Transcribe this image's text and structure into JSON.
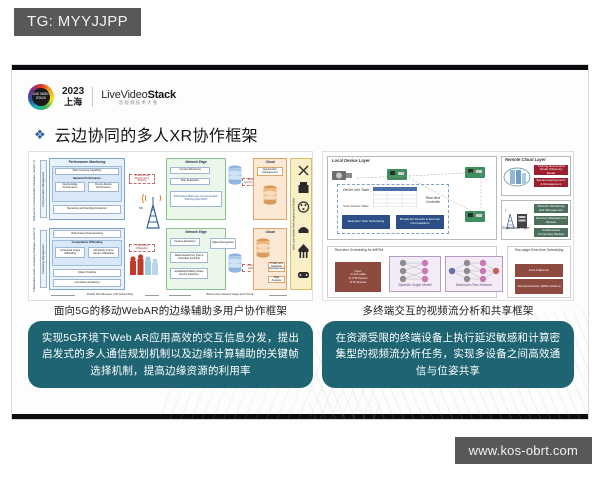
{
  "watermark": {
    "tag_label": "TG: MYYJJPP",
    "url_label": "www.kos-obrt.com"
  },
  "slide": {
    "logo": {
      "badge_year": "2023",
      "badge_city": "上海",
      "badge_inner": "LIVE VIDEO STACK",
      "brand_main_light": "LiveVideo",
      "brand_main_bold": "Stack",
      "brand_sub": "音视频技术大会"
    },
    "title": {
      "bullet": "❖",
      "text": "云边协同的多人XR协作框架"
    },
    "figures": [
      {
        "name": "mobile-webar-framework",
        "caption": "面向5G的移动WebAR的边缘辅助多用户协作框架",
        "vertical_labels": [
          "Multi-person Communication Strategies (Section 3)",
          "Collaboration-aware Computing Strategies (Section 4)",
          "Communication Management",
          "Computing Management",
          "Multi-user Mobile Web Augmented Reality"
        ],
        "column_headers": [
          "Performance Monitoring",
          "Mobile Client",
          "Network Edge",
          "Cloud"
        ],
        "blocks_communication": [
          "Web Compute Capability",
          "Network Performance",
          "Device-Edge Performance",
          "Device-Device Performance",
          "Receiving and Sending Interaction",
          "Context Monitoring",
          "Map Evaluation",
          "EAS-based Multi-user Communication Planning (EA-CMP)",
          "Registration Management",
          "Context Database"
        ],
        "blocks_computing": [
          "Video Frame Preprocessing",
          "Computation Offloading",
          "Contextual Image Offloading",
          "AR Ready Frame Stream Offloading",
          "Object Tracking",
          "Annotation Rendering",
          "Feature Extraction",
          "ARHA-based Key Frame Schedule (ke-KFS)",
          "Availability/Fidelity-Aware Device Selection",
          "Object Recognition",
          "Profile and Database Management",
          "Data Analysis"
        ],
        "arrows": [
          "Interactional Performance Sharing",
          "Key Frame Offloading",
          "Message Synchronization",
          "Analyze Upload"
        ],
        "footnotes": [
          "Mobile Web Browser (AR Subscriber)",
          "Back-ends (Network Edge and Cloud)"
        ],
        "tower_label": "5G"
      },
      {
        "name": "multi-device-video-analytics",
        "caption": "多终端交互的视频流分析和共享框架",
        "section_titles": [
          "Local Device Layer",
          "Remote Cloud Layer",
          "Edge Cloud Layer",
          "Real-time Scheduling for MIRSA"
        ],
        "blue_blocks": [
          "Real-time Task Scheduling",
          "Broadcast Results & Execute Computations"
        ],
        "red_blocks": [
          "Training End-to-End Visual Odometry Model",
          "Service Deployments & Management"
        ],
        "green_blocks": [
          "Network Monitoring and Management",
          "Services Management Module",
          "Collaborative Computing Module"
        ],
        "brown_blocks": [
          "Input:\n1) Info table\n2) 2*M frames\nof M devices",
          "Ford-Fulkerson",
          "Neural execution (RNN solution)"
        ],
        "labels": [
          "Device Info Table",
          "Real-time Controller",
          "Select Decision Maker",
          "Bipartite Graph Model",
          "Maximum Flow Network",
          "Two-stage Real-time Scheduling"
        ]
      }
    ],
    "highlight_boxes": [
      {
        "name": "left-highlight",
        "text": "实现5G环境下Web AR应用高效的交互信息分发，提出启发式的多人通信规划机制以及边缘计算辅助的关键帧选择机制，提高边缘资源的利用率"
      },
      {
        "name": "right-highlight",
        "text": "在资源受限的终端设备上执行延迟敏感和计算密集型的视频流分析任务，实现多设备之间高效通信与位姿共享"
      }
    ]
  },
  "colors": {
    "teal": "#1f6472",
    "badge_gray": "#585858",
    "bar_dark": "#0d0d11",
    "bullet_blue": "#2f5f9e"
  }
}
